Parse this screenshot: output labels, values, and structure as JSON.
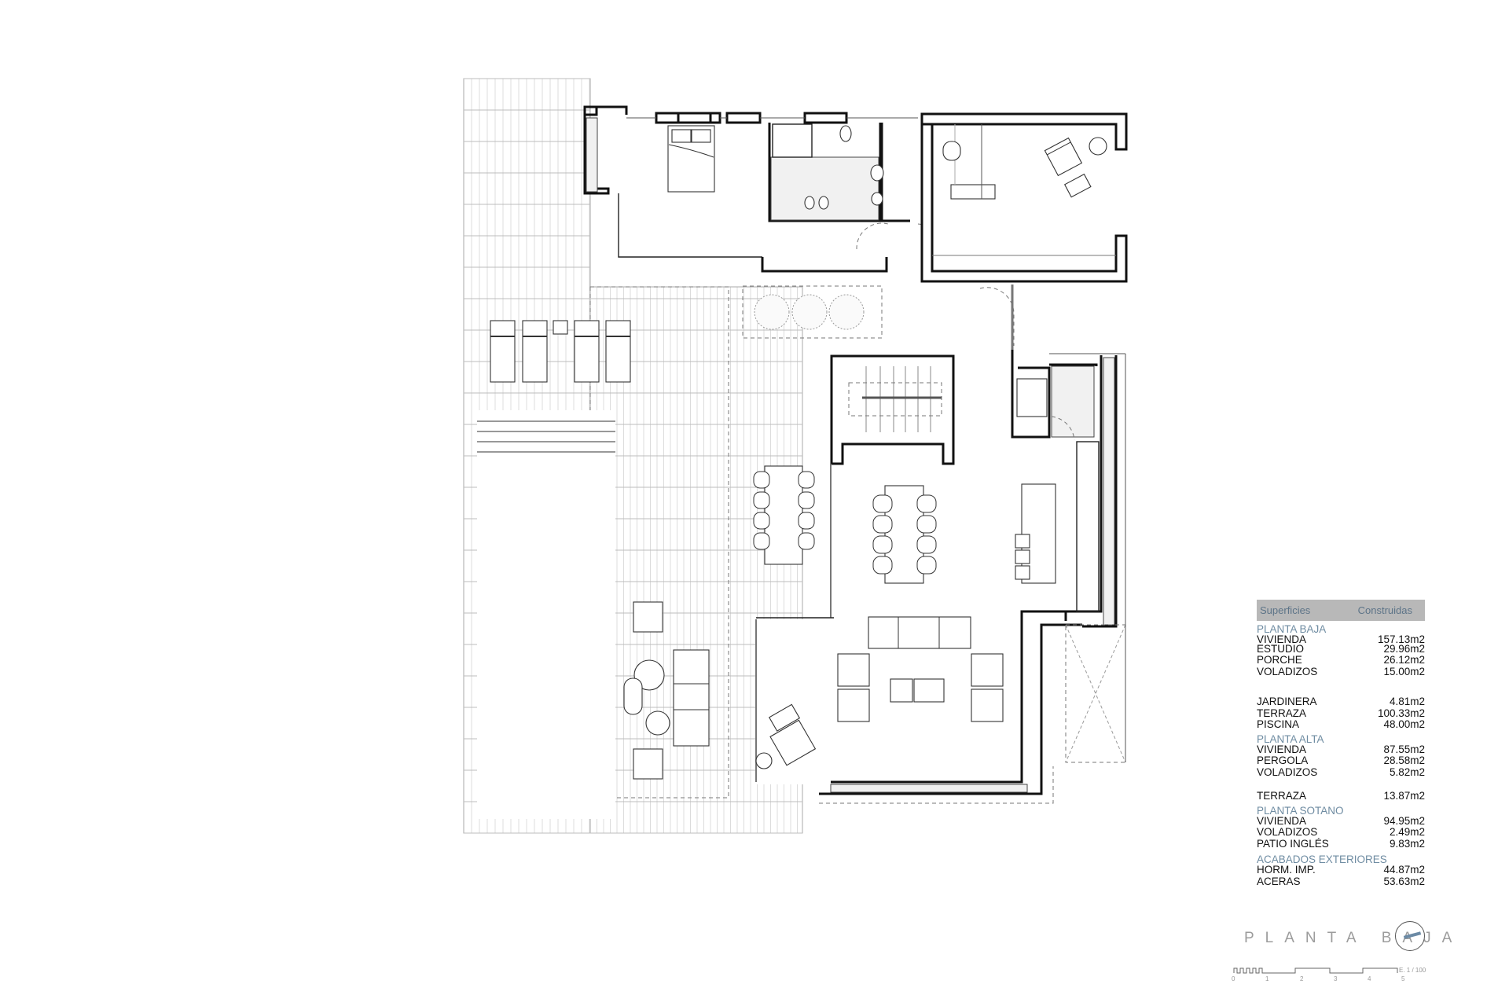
{
  "drawing": {
    "title": "PLANTA BAJA",
    "scale": "E. 1 / 100",
    "scale_ticks": [
      "0",
      "1",
      "2",
      "3",
      "4",
      "5"
    ],
    "north_icon": "north-arrow-icon"
  },
  "areas_table": {
    "header": {
      "col1": "Superficies",
      "col2": "Construidas"
    },
    "sections": [
      {
        "title": "PLANTA BAJA",
        "rows": [
          {
            "label": "VIVIENDA",
            "value": "157.13m2"
          },
          {
            "label": "ESTUDIO",
            "value": "29.96m2"
          },
          {
            "label": "PORCHE",
            "value": "26.12m2"
          },
          {
            "label": "VOLADIZOS",
            "value": "15.00m2"
          }
        ],
        "extra_rows": [
          {
            "label": "JARDINERA",
            "value": "4.81m2"
          },
          {
            "label": "TERRAZA",
            "value": "100.33m2"
          },
          {
            "label": "PISCINA",
            "value": "48.00m2"
          }
        ]
      },
      {
        "title": "PLANTA ALTA",
        "rows": [
          {
            "label": "VIVIENDA",
            "value": "87.55m2"
          },
          {
            "label": "PERGOLA",
            "value": "28.58m2"
          },
          {
            "label": "VOLADIZOS",
            "value": "5.82m2"
          }
        ],
        "extra_rows": [
          {
            "label": "TERRAZA",
            "value": "13.87m2"
          }
        ]
      },
      {
        "title": "PLANTA SOTANO",
        "rows": [
          {
            "label": "VIVIENDA",
            "value": "94.95m2"
          },
          {
            "label": "VOLADIZOS",
            "value": "2.49m2"
          },
          {
            "label": "PATIO INGLÉS",
            "value": "9.83m2"
          }
        ]
      },
      {
        "title": "ACABADOS EXTERIORES",
        "rows": [
          {
            "label": "HORM. IMP.",
            "value": "44.87m2"
          },
          {
            "label": "ACERAS",
            "value": "53.63m2"
          }
        ]
      }
    ]
  }
}
